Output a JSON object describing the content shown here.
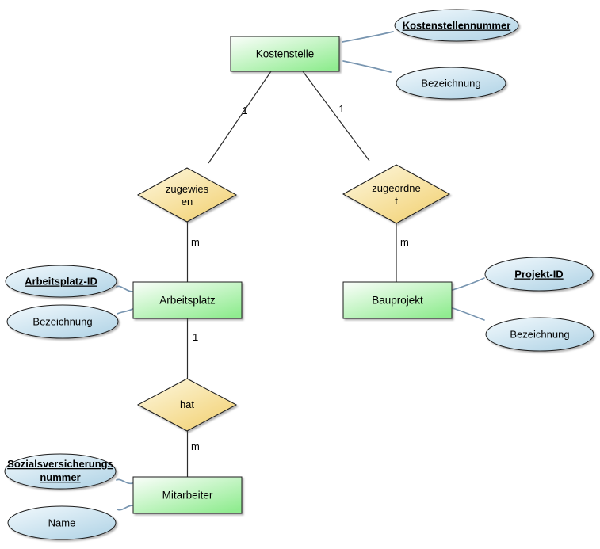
{
  "diagram_type": "entity-relationship-diagram",
  "entities": {
    "kostenstelle": {
      "label": "Kostenstelle"
    },
    "arbeitsplatz": {
      "label": "Arbeitsplatz"
    },
    "bauprojekt": {
      "label": "Bauprojekt"
    },
    "mitarbeiter": {
      "label": "Mitarbeiter"
    }
  },
  "relationships": {
    "zugewiesen": {
      "line1": "zugewies",
      "line2": "en"
    },
    "zugeordnet": {
      "line1": "zugeordne",
      "line2": "t"
    },
    "hat": {
      "line1": "hat"
    }
  },
  "attributes": {
    "kostenstellennummer": {
      "label": "Kostenstellennummer",
      "is_key": true
    },
    "kostenstelle_bezeichnung": {
      "label": "Bezeichnung",
      "is_key": false
    },
    "arbeitsplatz_id": {
      "label": "Arbeitsplatz-ID",
      "is_key": true
    },
    "arbeitsplatz_bezeichnung": {
      "label": "Bezeichnung",
      "is_key": false
    },
    "projekt_id": {
      "label": "Projekt-ID",
      "is_key": true
    },
    "bauprojekt_bezeichnung": {
      "label": "Bezeichnung",
      "is_key": false
    },
    "sozialversicherungsnummer": {
      "line1": "Sozialsversicherungs",
      "line2": "nummer",
      "is_key": true
    },
    "name": {
      "label": "Name",
      "is_key": false
    }
  },
  "cardinalities": {
    "kostenstelle_zugewiesen": "1",
    "kostenstelle_zugeordnet": "1",
    "zugewiesen_arbeitsplatz": "m",
    "zugeordnet_bauprojekt": "m",
    "arbeitsplatz_hat": "1",
    "hat_mitarbeiter": "m"
  },
  "colors": {
    "entity_fill_top": "#fbfefb",
    "entity_fill_bottom": "#90ec90",
    "relationship_fill_top": "#fdf8e1",
    "relationship_fill_bottom": "#f2d173",
    "attribute_fill_top": "#f2f9fd",
    "attribute_fill_bottom": "#b2d4e6",
    "shape_outline": "#1c1c1c",
    "relationship_line": "#2b2b2b",
    "attribute_line": "#7895b0",
    "text": "#000000",
    "background": "#ffffff"
  }
}
